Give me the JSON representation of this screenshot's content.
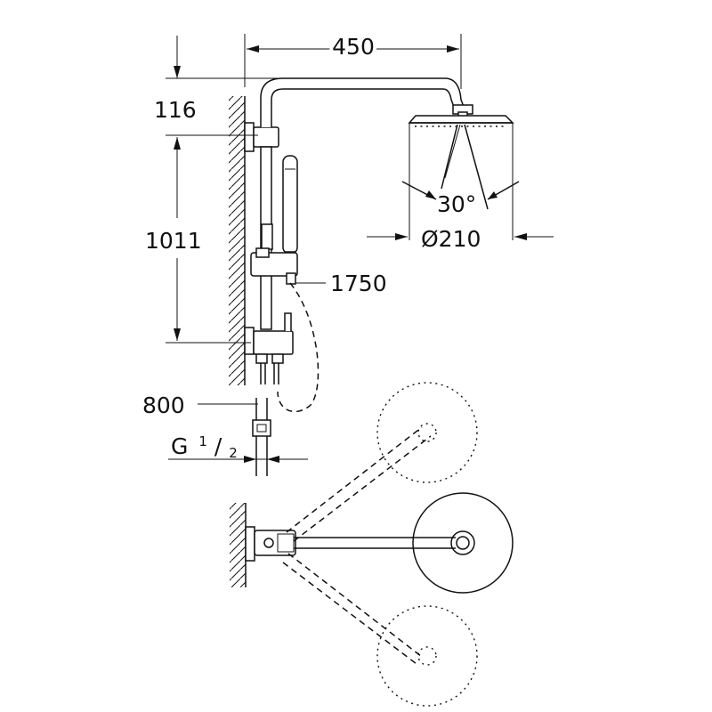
{
  "dimensions": {
    "arm_length": "450",
    "wall_offset": "116",
    "rail_height": "1011",
    "hose_length": "1750",
    "spray_angle": "30°",
    "head_diameter": "Ø210",
    "inlet_distance": "800",
    "thread_prefix": "G",
    "thread_num": "1",
    "thread_den": "2"
  },
  "colors": {
    "line": "#111111",
    "background": "#ffffff"
  }
}
